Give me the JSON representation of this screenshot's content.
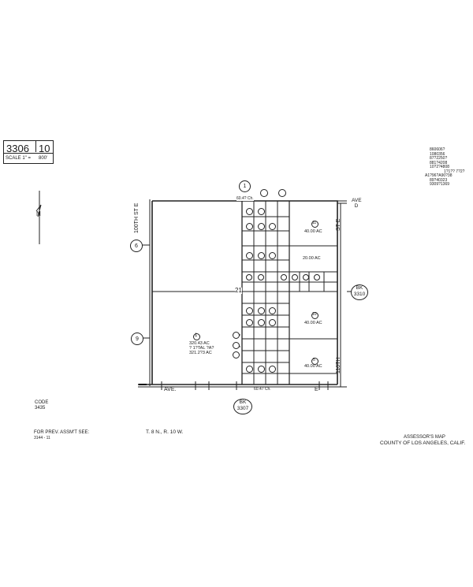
{
  "header": {
    "book": "3306",
    "page": "10",
    "scale_label": "SCALE 1\" =",
    "scale_value": "800'"
  },
  "revisions": [
    "860606?",
    "1080356",
    "87?2250?",
    "881?4208",
    "10?2?4808",
    "1?1?? 7?2?",
    "A1?96?A90?38",
    "89?40323",
    "9309?1369"
  ],
  "north_label": "N",
  "map": {
    "section_top": "1",
    "section_left_upper": "6",
    "section_left_lower": "9",
    "section_center": "21",
    "street_west": "100TH ST E",
    "street_east": "ST E",
    "street_east_lower": "110TH",
    "avenue_top": "AVE D",
    "avenue_bottom_left": "AVE.",
    "avenue_bottom_right": "E",
    "parcel_big_id": "1",
    "parcel_big_acreage": "320.43 AC",
    "parcel_big_acreage2": "? 1?TAL ?A?",
    "parcel_big_acreage3": "321.2?3 AC",
    "parcel_ne_id": "11",
    "parcel_ne_acreage": "40.00 AC",
    "parcel_mid_id": "10",
    "parcel_mid_acreage": "40.00 AC",
    "parcel_se_id": "5",
    "parcel_se_acreage": "40.00 AC",
    "parcel_e_mid": "20.00 AC",
    "dim_top": "60.4? Ch.",
    "dim_bottom": "60.47 Ch."
  },
  "bk_right": {
    "bk": "BK",
    "num": "3310"
  },
  "bk_bottom": {
    "bk": "BK",
    "num": "3307"
  },
  "code_label": "CODE",
  "code_value": "3435",
  "prev_assmt": "FOR PREV. ASSM'T SEE:",
  "prev_assmt_ref": "3144 - 11",
  "township": "T. 8 N., R. 10 W.",
  "assessor_title": "ASSESSOR'S MAP",
  "county_title": "COUNTY OF LOS ANGELES, CALIF."
}
